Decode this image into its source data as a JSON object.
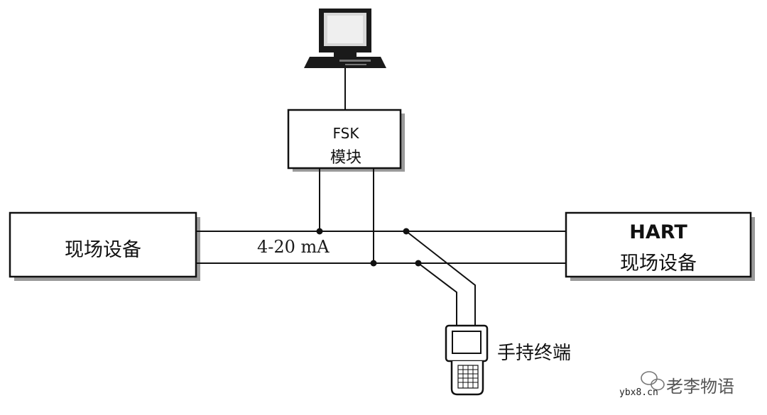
{
  "fsk_module": {
    "line1": "FSK",
    "line2": "模块"
  },
  "field_device": {
    "label": "现场设备"
  },
  "hart_device": {
    "line1": "HART",
    "line2": "现场设备"
  },
  "loop": {
    "current_label": "4-20 mA"
  },
  "handheld": {
    "label": "手持终端"
  },
  "watermark": {
    "name": "老李物语",
    "url": "ybx8.cn"
  },
  "colors": {
    "line": "#111111",
    "shadow": "#9a9a9a",
    "background": "#ffffff"
  },
  "icons": [
    "computer-icon",
    "handheld-terminal-icon",
    "wechat-icon"
  ]
}
